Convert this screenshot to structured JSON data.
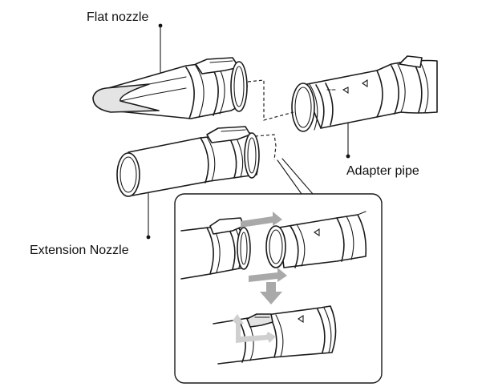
{
  "labels": {
    "flat_nozzle": "Flat nozzle",
    "adapter_pipe": "Adapter pipe",
    "extension_nozzle": "Extension Nozzle"
  }
}
